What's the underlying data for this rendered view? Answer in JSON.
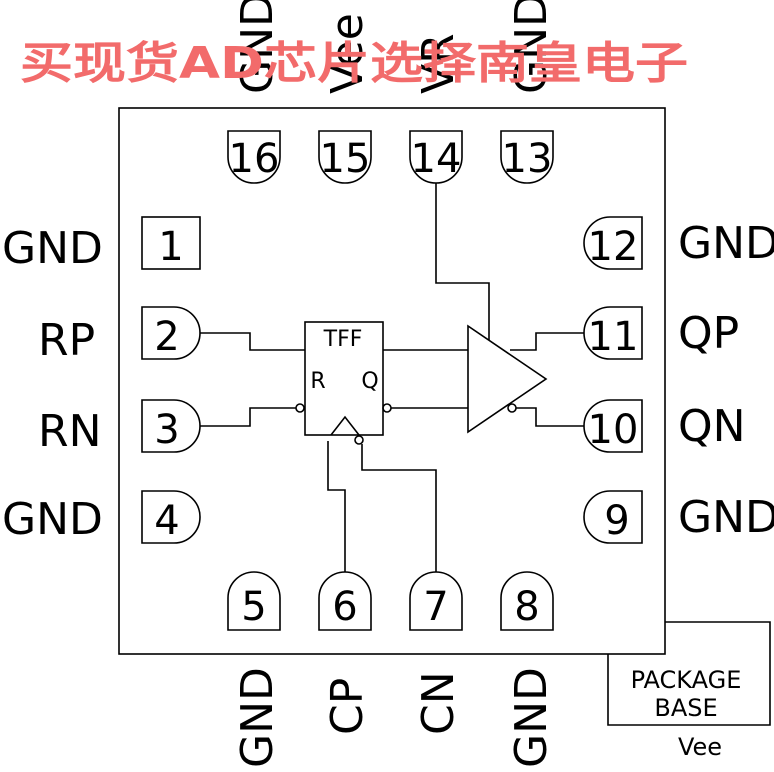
{
  "watermark": "买现货AD芯片选择南皇电子",
  "chip_block": {
    "label": "TFF",
    "reset_label": "R",
    "output_label": "Q"
  },
  "package_base": {
    "line1": "PACKAGE",
    "line2": "BASE",
    "connection": "Vee"
  },
  "pins": {
    "p1": {
      "number": "1",
      "name": "GND"
    },
    "p2": {
      "number": "2",
      "name": "RP"
    },
    "p3": {
      "number": "3",
      "name": "RN"
    },
    "p4": {
      "number": "4",
      "name": "GND"
    },
    "p5": {
      "number": "5",
      "name": "GND"
    },
    "p6": {
      "number": "6",
      "name": "CP"
    },
    "p7": {
      "number": "7",
      "name": "CN"
    },
    "p8": {
      "number": "8",
      "name": "GND"
    },
    "p9": {
      "number": "9",
      "name": "GND"
    },
    "p10": {
      "number": "10",
      "name": "QN"
    },
    "p11": {
      "number": "11",
      "name": "QP"
    },
    "p12": {
      "number": "12",
      "name": "GND"
    },
    "p13": {
      "number": "13",
      "name": "GND"
    },
    "p14": {
      "number": "14",
      "name": "VR"
    },
    "p15": {
      "number": "15",
      "name": "Vee"
    },
    "p16": {
      "number": "16",
      "name": "GND"
    }
  }
}
